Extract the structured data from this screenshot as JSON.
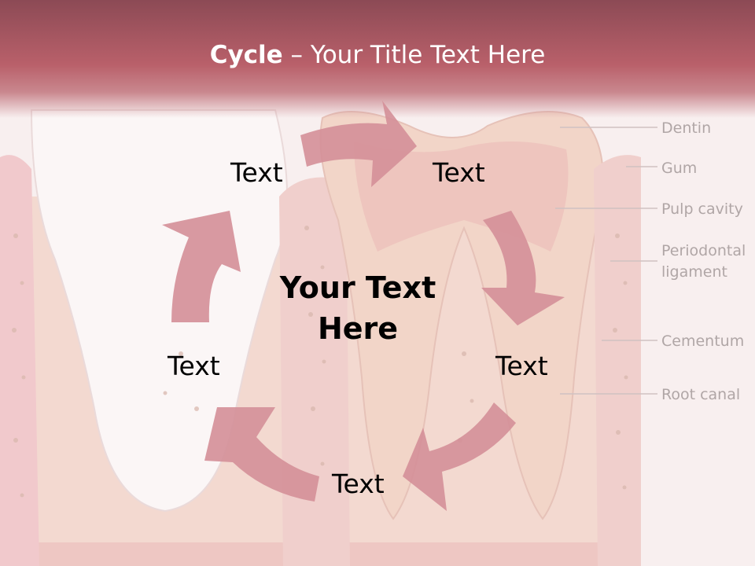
{
  "title": {
    "bold": "Cycle",
    "rest": " – Your Title Text Here"
  },
  "center_text": {
    "line1": "Your Text",
    "line2": "Here"
  },
  "cycle_labels": [
    "Text",
    "Text",
    "Text",
    "Text",
    "Text"
  ],
  "anatomy_labels": [
    "Dentin",
    "Gum",
    "Pulp cavity",
    "Periodontal",
    "ligament",
    "Cementum",
    "Root canal"
  ],
  "colors": {
    "arrow": "#d48f98",
    "title_bar": "#b9606a",
    "background": "#f7eeee"
  }
}
